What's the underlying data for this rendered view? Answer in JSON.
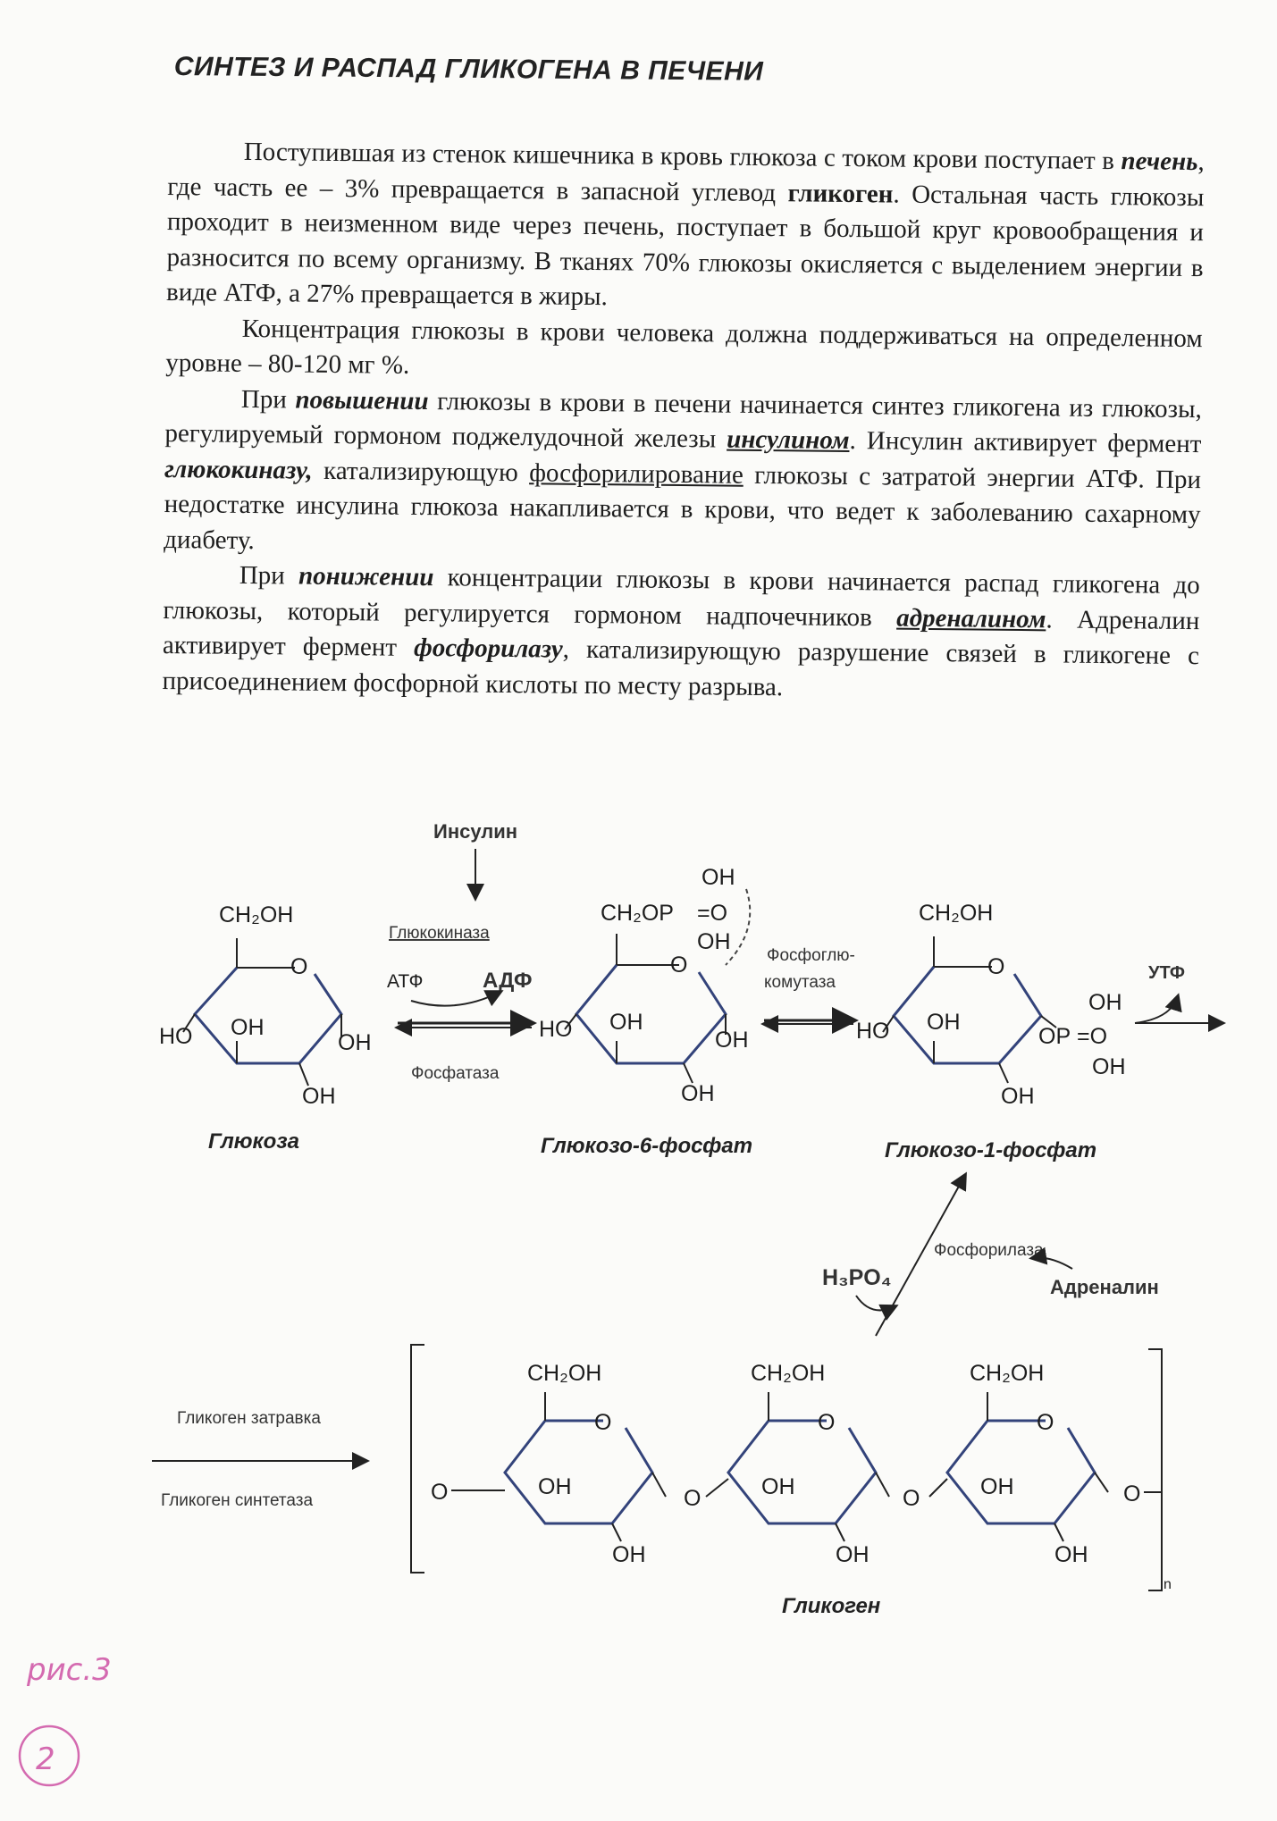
{
  "title": "СИНТЕЗ И РАСПАД ГЛИКОГЕНА В ПЕЧЕНИ",
  "paragraphs": [
    {
      "parts": [
        {
          "t": "Поступившая из стенок кишечника в кровь глюкоза с током крови поступает в "
        },
        {
          "t": "печень",
          "style": "bi"
        },
        {
          "t": ", где часть ее – 3% превращается в запасной углевод "
        },
        {
          "t": "гликоген",
          "style": "b"
        },
        {
          "t": ". Остальная часть глюкозы проходит в неизменном виде через печень, поступает в большой круг кровообращения и разносится по всему организму. В тканях 70% глюкозы окисляется с выделением энергии в виде АТФ, а 27% превращается в жиры."
        }
      ]
    },
    {
      "parts": [
        {
          "t": "Концентрация глюкозы в крови человека должна поддерживаться на определенном уровне – 80-120 мг %."
        }
      ]
    },
    {
      "parts": [
        {
          "t": "При "
        },
        {
          "t": "повышении",
          "style": "bi"
        },
        {
          "t": " глюкозы в крови в печени начинается синтез гликогена из глюкозы, регулируемый гормоном поджелудочной железы "
        },
        {
          "t": "инсулином",
          "style": "biu"
        },
        {
          "t": ". Инсулин активирует фермент "
        },
        {
          "t": "глюкокиназу,",
          "style": "bi"
        },
        {
          "t": " катализирующую "
        },
        {
          "t": "фосфорилирование",
          "style": "u"
        },
        {
          "t": " глюкозы с затратой энергии АТФ. При недостатке инсулина глюкоза накапливается в крови, что ведет к заболеванию сахарному диабету."
        }
      ]
    },
    {
      "parts": [
        {
          "t": "При "
        },
        {
          "t": "понижении",
          "style": "bi"
        },
        {
          "t": " концентрации глюкозы в крови начинается распад гликогена до глюкозы, который регулируется гормоном надпочечников "
        },
        {
          "t": "адреналином",
          "style": "biu"
        },
        {
          "t": ". Адреналин активирует фермент "
        },
        {
          "t": "фосфорилазу",
          "style": "bi"
        },
        {
          "t": ", катализирующую разрушение связей в гликогене с присоединением фосфорной кислоты по месту разрыва."
        }
      ]
    }
  ],
  "diagram": {
    "insulin": "Инсулин",
    "glucokinase": "Глюкокиназа",
    "atp": "АТФ",
    "adp": "АДФ",
    "phosphatase": "Фосфатаза",
    "phosphoglucomutase_1": "Фосфоглю-",
    "phosphoglucomutase_2": "комутаза",
    "utp": "УТФ",
    "glucose": "Глюкоза",
    "g6p": "Глюкозо-6-фосфат",
    "g1p": "Глюкозо-1-фосфат",
    "phosphorylase": "Фосфорилаза",
    "h3po4": "H₃PO₄",
    "adrenaline": "Адреналин",
    "glycogen_primer": "Гликоген затравка",
    "glycogen_synthase": "Гликоген синтетаза",
    "glycogen": "Гликоген",
    "n": "n",
    "ch2oh": "CH₂OH",
    "oh": "OH",
    "ho": "HO",
    "o": "O",
    "ch2opo": "CH₂OP",
    "opo": "OP",
    "eq_o": "=O"
  },
  "handwriting": {
    "fig": "рис.3",
    "page_num": "2"
  }
}
